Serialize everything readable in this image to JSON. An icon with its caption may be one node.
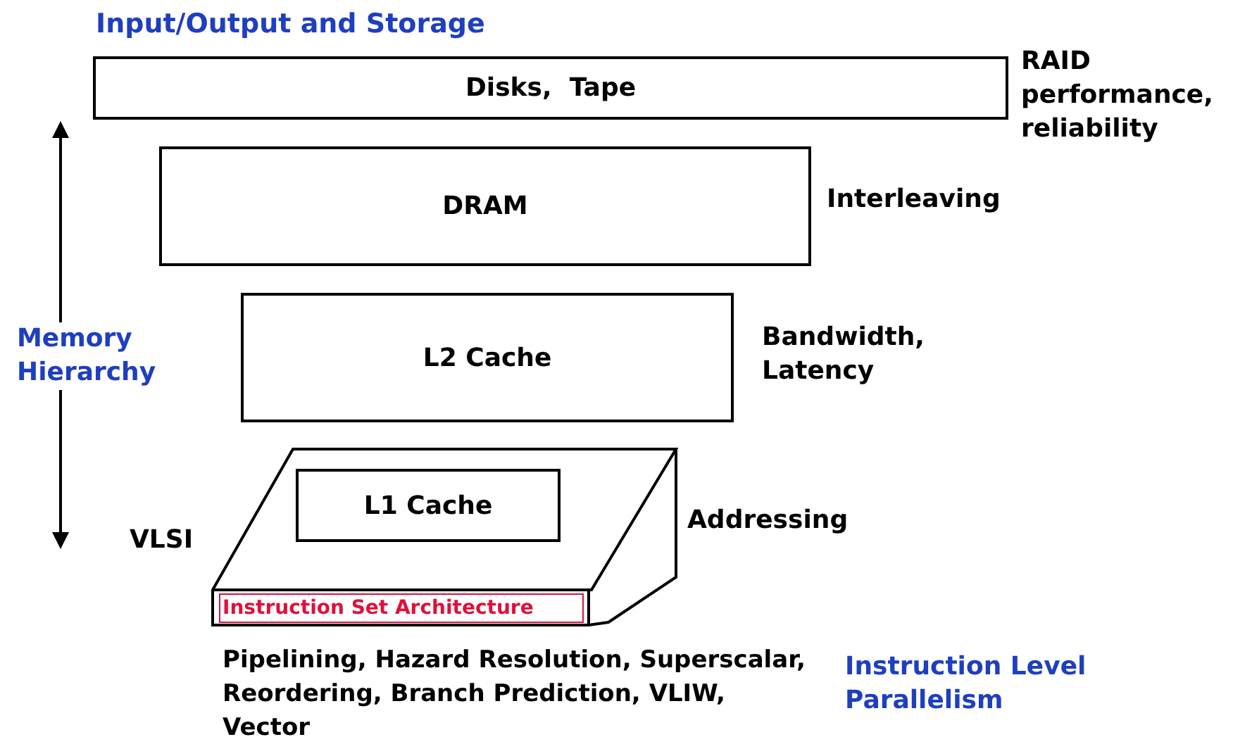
{
  "diagram": {
    "title": "Input/Output and Storage",
    "nodes": [
      {
        "text": [
          "Disks,  Tape"
        ],
        "beside": [
          "RAID performance, reliability"
        ]
      },
      {
        "text": [
          "DRAM"
        ],
        "beside": [
          "Interleaving"
        ]
      },
      {
        "text": [
          "L2 Cache"
        ],
        "beside": [
          "Bandwidth, Latency"
        ]
      },
      {
        "text": [
          "Instruction Set Architecture"
        ],
        "beside": [
          "Addressing",
          "VLSI"
        ]
      },
      {
        "text": [
          "L1 Cache"
        ],
        "in": 3
      }
    ],
    "edges": [],
    "labels": [
      "Memory Hierarchy",
      "Pipelining, Hazard Resolution, Superscalar, Reordering, Branch Prediction, VLIW, Vector",
      "Instruction Level Parallelism"
    ]
  }
}
